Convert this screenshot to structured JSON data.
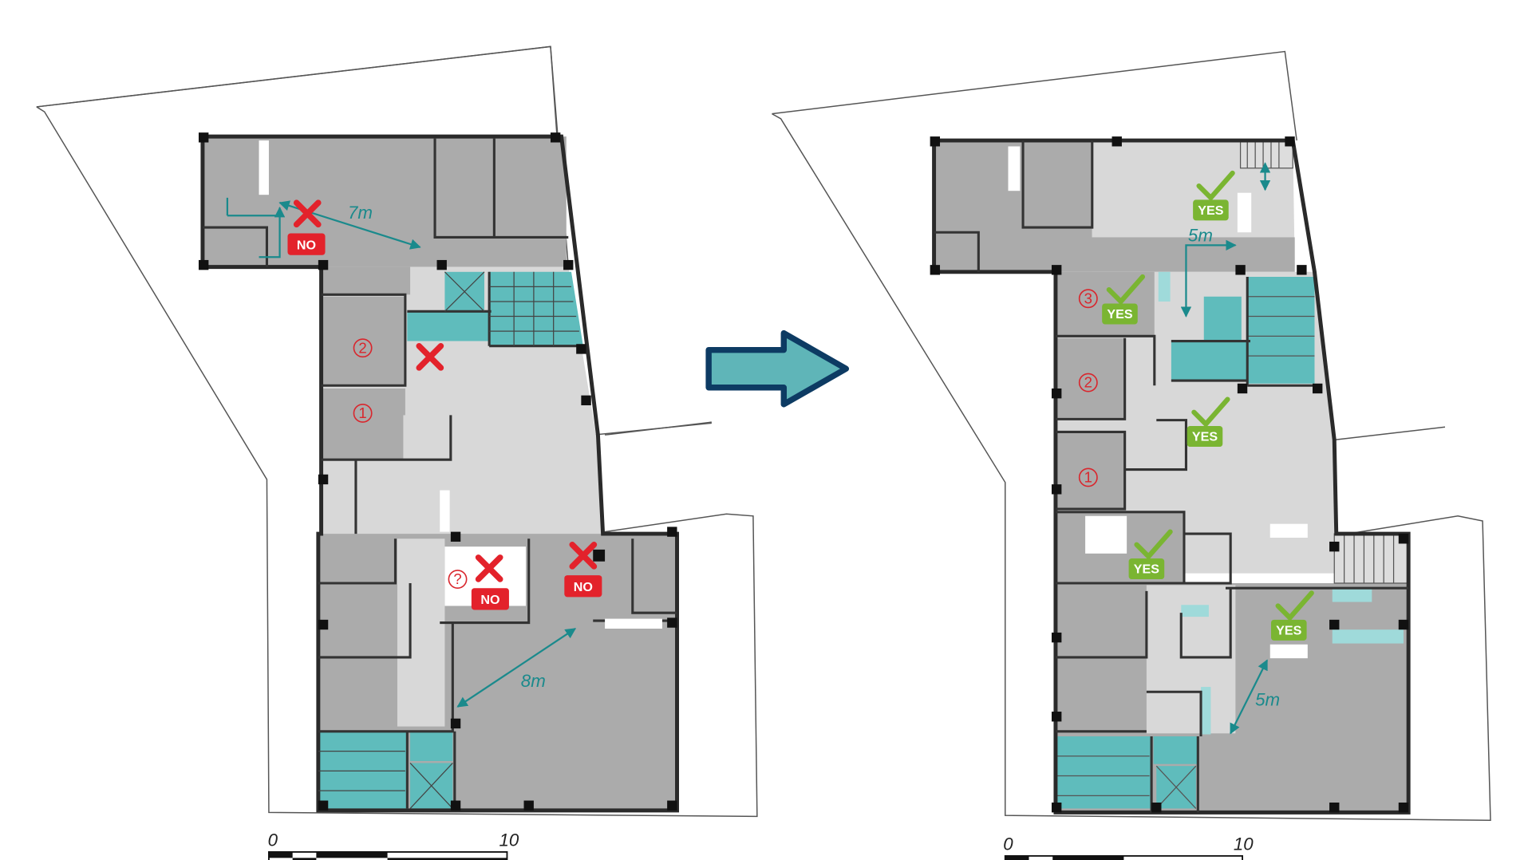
{
  "before_plan": {
    "room_labels": [
      "2",
      "1",
      "?"
    ],
    "badges": [
      "NO",
      "NO",
      "NO"
    ],
    "distances": [
      "7m",
      "8m"
    ]
  },
  "after_plan": {
    "room_labels": [
      "3",
      "2",
      "1"
    ],
    "badges": [
      "YES",
      "YES",
      "YES",
      "YES",
      "YES"
    ],
    "distances": [
      "5m",
      "5m"
    ]
  },
  "scale_bar": {
    "start": "0",
    "end": "10"
  },
  "colors": {
    "circulation": "#5fbcbc",
    "rejected": "#e3222b",
    "approved": "#7ab532",
    "arrow_fill": "#5fb5b8",
    "arrow_stroke": "#0d3b63"
  }
}
